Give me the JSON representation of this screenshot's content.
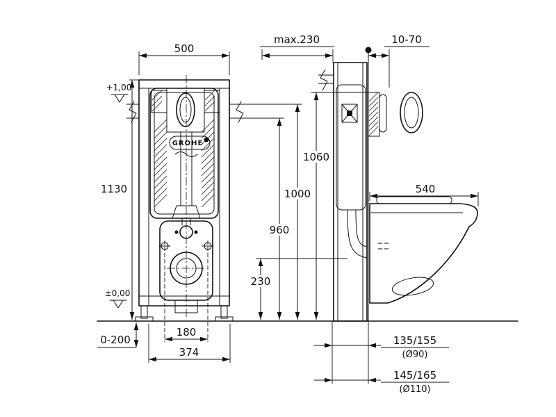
{
  "brand": "GROHE",
  "front_view": {
    "width_top": "500",
    "height": "1130",
    "level_upper": "+1,00",
    "level_floor": "±0,00",
    "foot_adjust": "0-200",
    "bolt_spacing": "180",
    "width_bottom": "374"
  },
  "side_view": {
    "depth_max": "max.230",
    "wall_finish": "10-70",
    "h_top": "1060",
    "h_mid": "1000",
    "h_low": "960",
    "h_outlet": "230",
    "bowl_depth": "540",
    "outlet_a": "135/155",
    "outlet_a_dia": "(Ø90)",
    "outlet_b": "145/165",
    "outlet_b_dia": "(Ø110)"
  }
}
